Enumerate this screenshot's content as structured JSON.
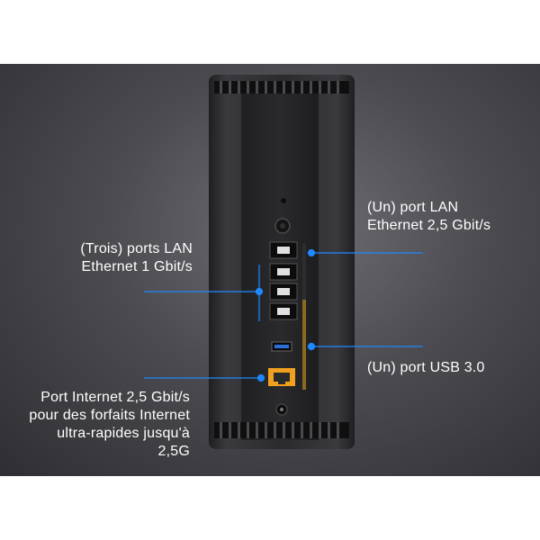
{
  "callouts": {
    "lan_2_5": {
      "line1": "(Un) port LAN",
      "line2": "Ethernet 2,5 Gbit/s"
    },
    "lan_1g": {
      "line1": "(Trois) ports LAN",
      "line2": "Ethernet 1 Gbit/s"
    },
    "usb": {
      "line1": "(Un) port USB 3.0"
    },
    "internet": {
      "line1": "Port Internet 2,5 Gbit/s",
      "line2": "pour des forfaits Internet",
      "line3": "ultra-rapides jusqu'à",
      "line4": "2,5G"
    }
  },
  "colors": {
    "callout_line": "#1e88ff",
    "device_body": "#2a2a2d",
    "internet_port": "#f0a020",
    "usb_port": "#2a6fd6"
  }
}
